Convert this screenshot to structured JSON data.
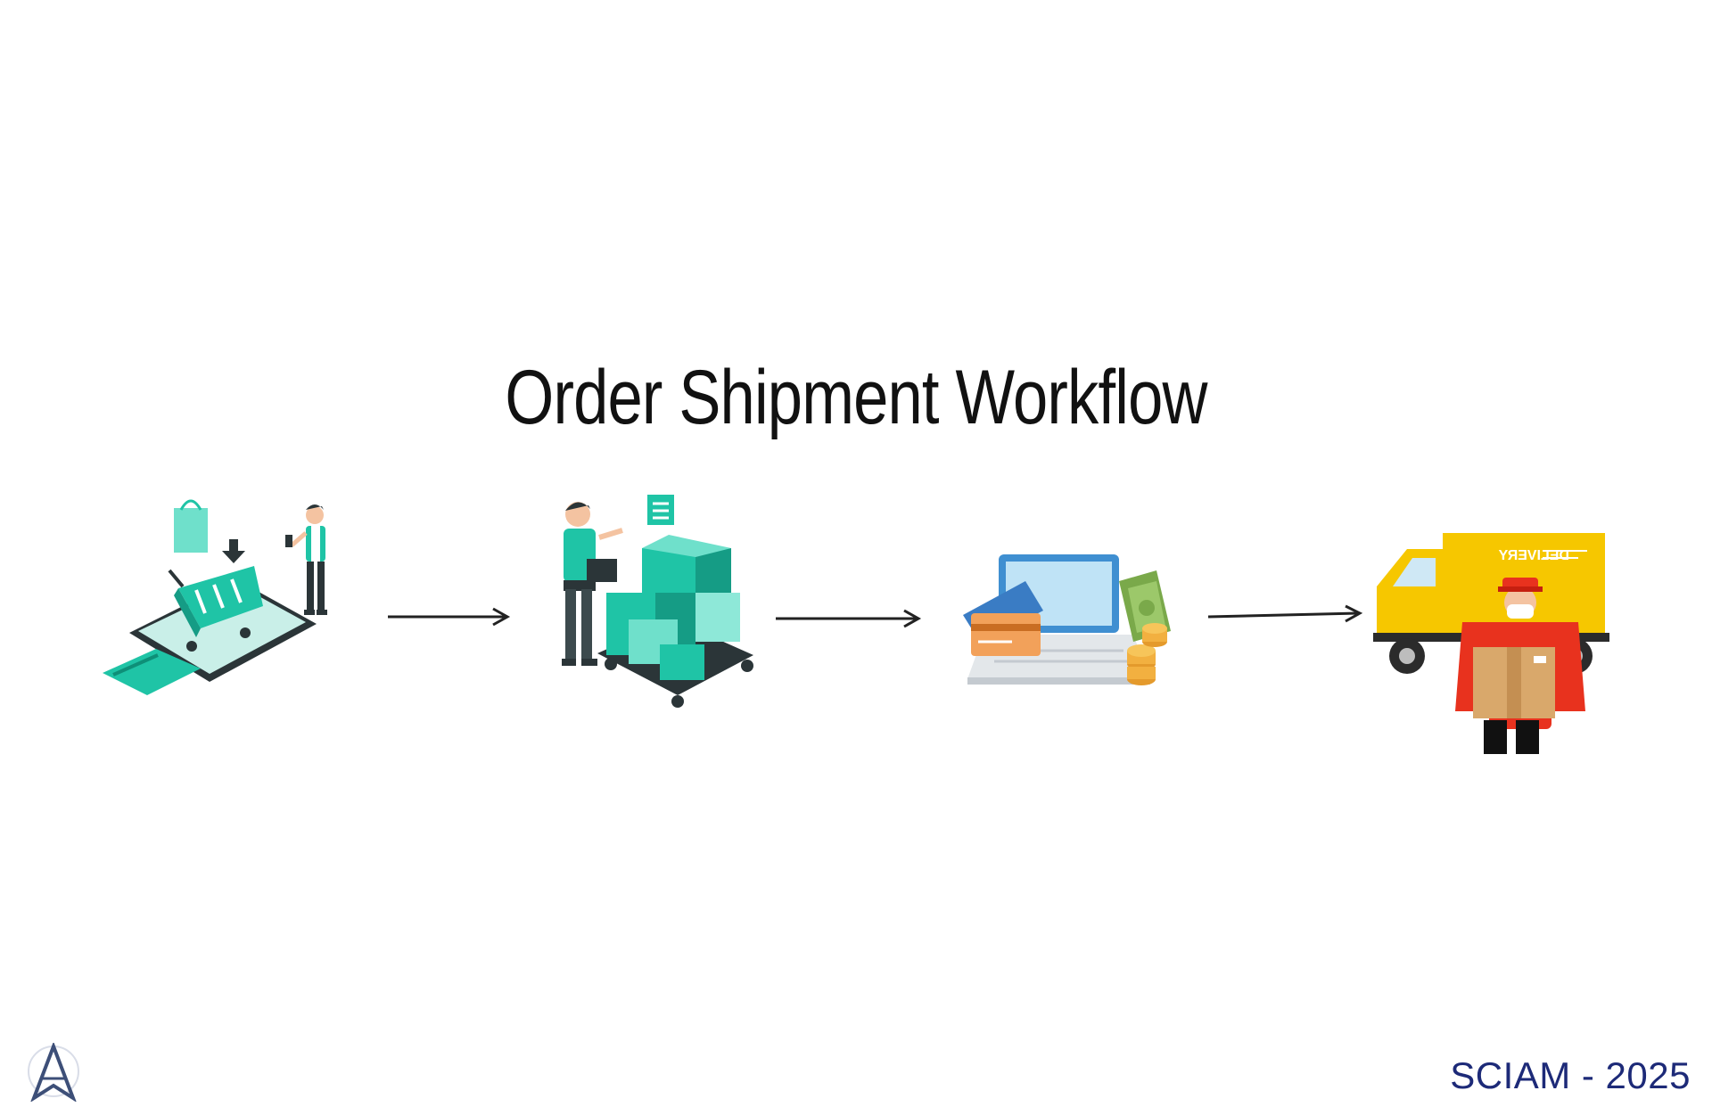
{
  "title": "Order Shipment Workflow",
  "footer": {
    "label": "SCIAM - 2025"
  },
  "steps": [
    {
      "icon": "shopping-cart-phone-icon"
    },
    {
      "icon": "warehouse-packing-icon"
    },
    {
      "icon": "payment-laptop-icon"
    },
    {
      "icon": "delivery-truck-icon",
      "truck_text": "DELIVERY"
    }
  ],
  "colors": {
    "accent": "#1fc4a6",
    "truck": "#f6c700",
    "courier": "#e8321e",
    "footer": "#1d2a78"
  }
}
